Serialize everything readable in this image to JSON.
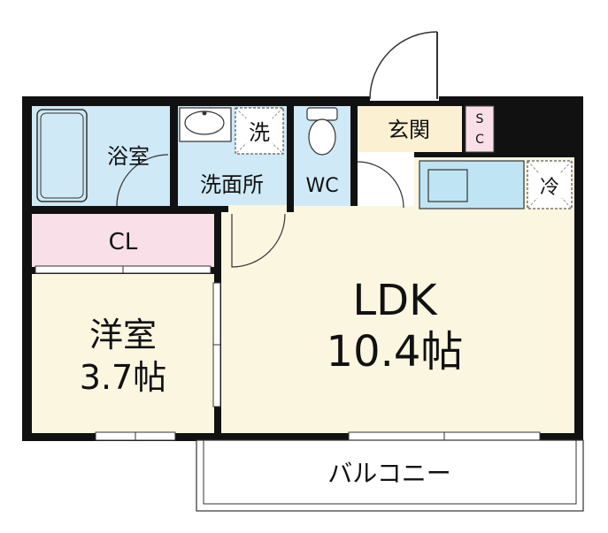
{
  "rooms": {
    "bath": "浴室",
    "washroom": "洗面所",
    "washer_mark": "洗",
    "toilet": "WC",
    "entrance": "玄関",
    "shoe_closet_top": "S",
    "shoe_closet_bottom": "C",
    "fridge_mark": "冷",
    "closet": "CL",
    "western_room": "洋室",
    "western_room_size": "3.7帖",
    "ldk": "LDK",
    "ldk_size": "10.4帖",
    "balcony": "バルコニー"
  },
  "colors": {
    "wall": "#111111",
    "floor": "#fbf6e0",
    "wet_area": "#cfe9f6",
    "entrance_floor": "#fbf0d2",
    "closet": "#f8dfe8",
    "appliance": "#bfe4f4"
  }
}
